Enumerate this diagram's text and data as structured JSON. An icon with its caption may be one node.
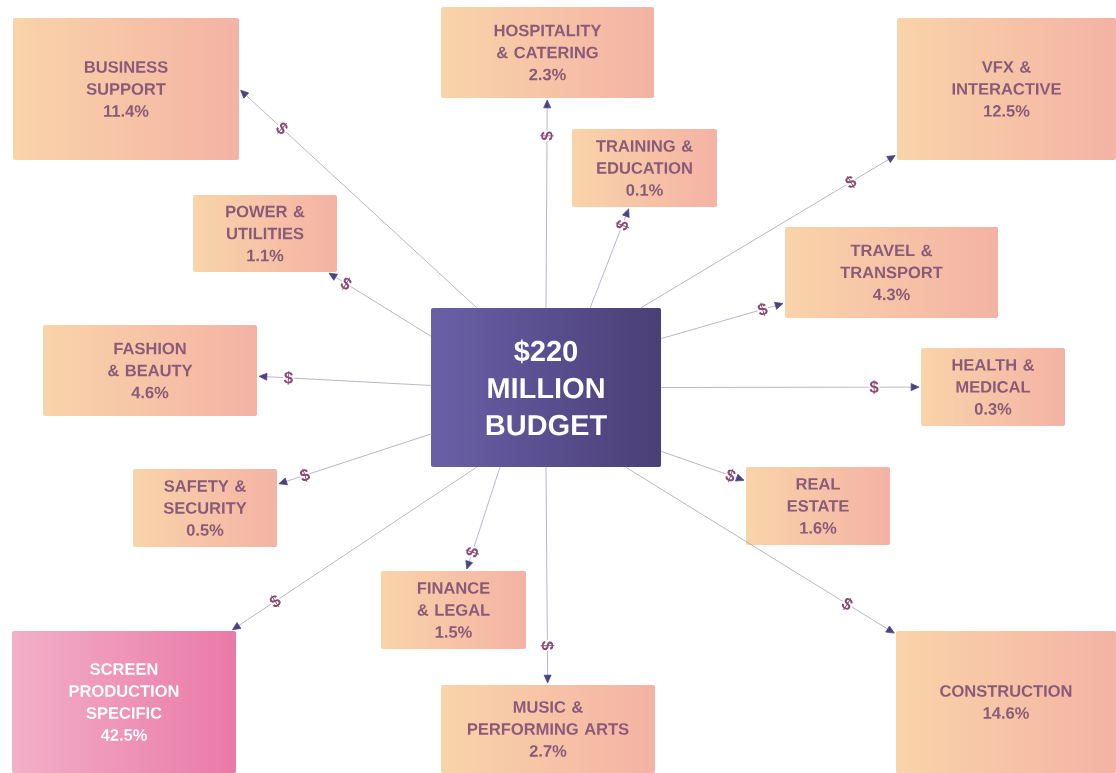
{
  "diagram": {
    "nodes": [
      {
        "text": [
          "$220 MILLION BUDGET"
        ]
      },
      {
        "text": [
          "BUSINESS SUPPORT",
          "11.4%"
        ]
      },
      {
        "text": [
          "HOSPITALITY & CATERING",
          "2.3%"
        ]
      },
      {
        "text": [
          "VFX & INTERACTIVE",
          "12.5%"
        ]
      },
      {
        "text": [
          "TRAINING & EDUCATION",
          "0.1%"
        ]
      },
      {
        "text": [
          "POWER & UTILITIES",
          "1.1%"
        ]
      },
      {
        "text": [
          "TRAVEL & TRANSPORT",
          "4.3%"
        ]
      },
      {
        "text": [
          "FASHION & BEAUTY",
          "4.6%"
        ]
      },
      {
        "text": [
          "HEALTH & MEDICAL",
          "0.3%"
        ]
      },
      {
        "text": [
          "SAFETY & SECURITY",
          "0.5%"
        ]
      },
      {
        "text": [
          "REAL ESTATE",
          "1.6%"
        ]
      },
      {
        "text": [
          "FINANCE & LEGAL",
          "1.5%"
        ]
      },
      {
        "text": [
          "SCREEN PRODUCTION SPECIFIC",
          "42.5%"
        ]
      },
      {
        "text": [
          "MUSIC & PERFORMING ARTS",
          "2.7%"
        ]
      },
      {
        "text": [
          "CONSTRUCTION",
          "14.6%"
        ]
      }
    ],
    "edges": [
      {
        "from": 0,
        "to": 1,
        "arrow": "to",
        "label": "$"
      },
      {
        "from": 0,
        "to": 2,
        "arrow": "to",
        "label": "$"
      },
      {
        "from": 0,
        "to": 3,
        "arrow": "to",
        "label": "$"
      },
      {
        "from": 0,
        "to": 4,
        "arrow": "to",
        "label": "$"
      },
      {
        "from": 0,
        "to": 5,
        "arrow": "to",
        "label": "$"
      },
      {
        "from": 0,
        "to": 6,
        "arrow": "to",
        "label": "$"
      },
      {
        "from": 0,
        "to": 7,
        "arrow": "to",
        "label": "$"
      },
      {
        "from": 0,
        "to": 8,
        "arrow": "to",
        "label": "$"
      },
      {
        "from": 0,
        "to": 9,
        "arrow": "to",
        "label": "$"
      },
      {
        "from": 0,
        "to": 10,
        "arrow": "to",
        "label": "$"
      },
      {
        "from": 0,
        "to": 11,
        "arrow": "to",
        "label": "$"
      },
      {
        "from": 0,
        "to": 12,
        "arrow": "to",
        "label": "$"
      },
      {
        "from": 0,
        "to": 13,
        "arrow": "to",
        "label": "$"
      },
      {
        "from": 0,
        "to": 14,
        "arrow": "to",
        "label": "$"
      }
    ]
  }
}
